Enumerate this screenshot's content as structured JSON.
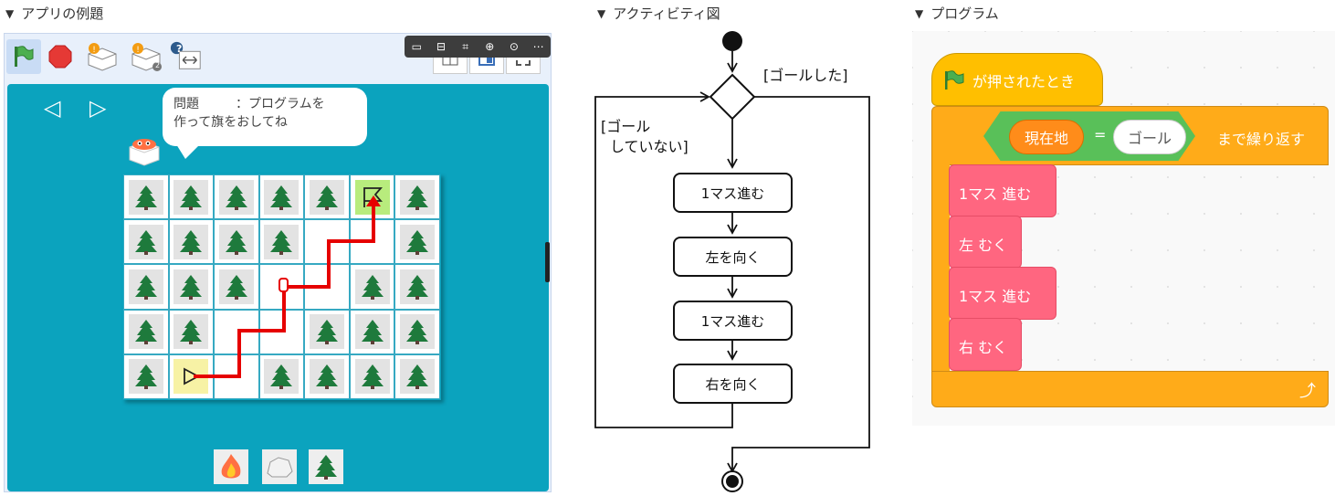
{
  "sections": {
    "example_title": "アプリの例題",
    "activity_title": "アクティビティ図",
    "program_title": "プログラム",
    "marker": "▼"
  },
  "app": {
    "toolbar": {
      "run_icon": "green-flag-icon",
      "stop_icon": "stop-sign-icon",
      "badge_number": "2",
      "help_symbol": "?"
    },
    "mini_toolbar": [
      "comment-icon",
      "align-icon",
      "crop-icon",
      "zoom-in-icon",
      "download-icon",
      "more-icon"
    ],
    "mini_toolbar_glyphs": [
      "▭",
      "⊟",
      "⌗",
      "⊕",
      "⊙",
      "⋯"
    ],
    "nav": {
      "prev": "◁",
      "next": "▷"
    },
    "bubble": {
      "line1_prefix": "問題",
      "line1_suffix": "：プログラムを",
      "line2": "作って旗をおしてね"
    },
    "grid": {
      "rows": [
        [
          "tree",
          "tree",
          "tree",
          "tree",
          "tree",
          "goal",
          "tree"
        ],
        [
          "tree",
          "tree",
          "tree",
          "tree",
          "empty",
          "empty",
          "tree"
        ],
        [
          "tree",
          "tree",
          "tree",
          "empty",
          "empty",
          "tree",
          "tree"
        ],
        [
          "tree",
          "tree",
          "empty",
          "empty",
          "tree",
          "tree",
          "tree"
        ],
        [
          "tree",
          "start",
          "empty",
          "tree",
          "tree",
          "tree",
          "tree"
        ]
      ]
    },
    "palette": [
      "fire-icon",
      "rock-icon",
      "tree-icon"
    ],
    "colors": {
      "stage": "#0ba3be",
      "path": "#e60000",
      "tree": "#1e7a3c"
    }
  },
  "diagram": {
    "guard_goal": "[ゴールした]",
    "guard_not_goal_line1": "[ゴール",
    "guard_not_goal_line2": "していない]",
    "actions": [
      "1マス進む",
      "左を向く",
      "1マス進む",
      "右を向く"
    ]
  },
  "program": {
    "hat_label": "が押されたとき",
    "repeat": {
      "left_value": "現在地",
      "operator": "=",
      "right_value": "ゴール",
      "suffix": "まで繰り返す"
    },
    "blocks": [
      "1マス 進む",
      "左 むく",
      "1マス 進む",
      "右 むく"
    ],
    "loop_arrow": "⤴",
    "colors": {
      "event": "#ffbf00",
      "control": "#ffab19",
      "operator": "#59c059",
      "motion": "#ff6680"
    }
  }
}
